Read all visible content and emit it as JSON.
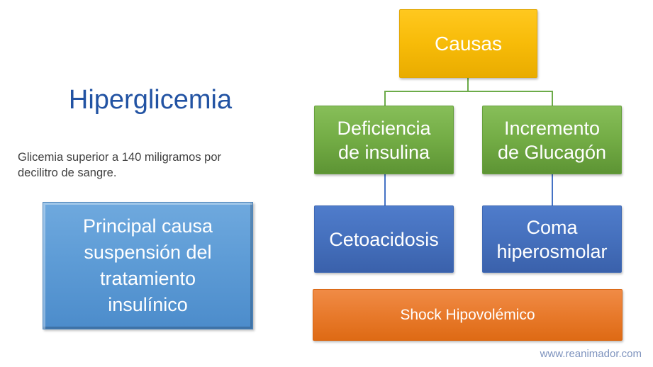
{
  "slide": {
    "title": "Hiperglicemia",
    "definition": "Glicemia superior a 140 miligramos por decilitro de sangre.",
    "callout_lines": [
      "Principal causa",
      "suspensión del",
      "tratamiento",
      "insulínico"
    ],
    "watermark": "www.reanimador.com"
  },
  "diagram": {
    "root_label": "Causas",
    "branch_left_lines": [
      "Deficiencia",
      "de insulina"
    ],
    "branch_right_lines": [
      "Incremento",
      "de Glucagón"
    ],
    "leaf_left_label": "Cetoacidosis",
    "leaf_right_lines": [
      "Coma",
      "hiperosmolar"
    ],
    "outcome_label": "Shock Hipovolémico"
  },
  "colors": {
    "title_blue": "#2253A3",
    "body_text": "#3F3F3F",
    "gold": "#F2B705",
    "green": "#70AD47",
    "blue": "#4472C4",
    "light_blue": "#5B9BD5",
    "orange": "#ED7D31",
    "connector_green": "#6CAB49",
    "connector_blue": "#4472C4",
    "watermark": "#7E93BE"
  }
}
